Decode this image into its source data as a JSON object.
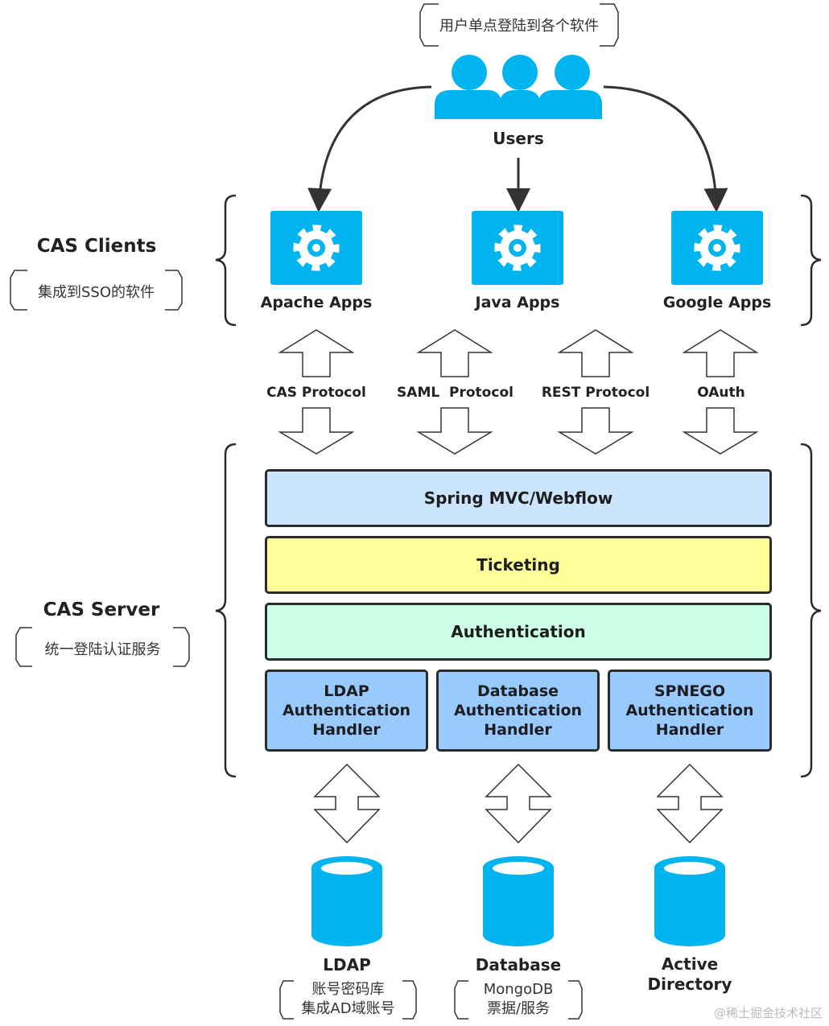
{
  "users": {
    "note": "用户单点登陆到各个软件",
    "label": "Users"
  },
  "clients": {
    "title": "CAS Clients",
    "note": "集成到SSO的软件",
    "apps": [
      {
        "label": "Apache Apps",
        "icon": "gear-icon"
      },
      {
        "label": "Java Apps",
        "icon": "gear-icon"
      },
      {
        "label": "Google Apps",
        "icon": "gear-icon"
      }
    ]
  },
  "protocols": [
    {
      "label": "CAS Protocol"
    },
    {
      "label": "SAML  Protocol"
    },
    {
      "label": "REST Protocol"
    },
    {
      "label": "OAuth"
    }
  ],
  "server": {
    "title": "CAS Server",
    "note": "统一登陆认证服务",
    "layers": [
      {
        "label": "Spring MVC/Webflow",
        "color": "#cce5ff"
      },
      {
        "label": "Ticketing",
        "color": "#ffff99"
      },
      {
        "label": "Authentication",
        "color": "#ccffe6"
      }
    ],
    "handlers": [
      {
        "line1": "LDAP",
        "line2": "Authentication",
        "line3": "Handler"
      },
      {
        "line1": "Database",
        "line2": "Authentication",
        "line3": "Handler"
      },
      {
        "line1": "SPNEGO",
        "line2": "Authentication",
        "line3": "Handler"
      }
    ]
  },
  "stores": [
    {
      "label": "LDAP",
      "note1": "账号密码库",
      "note2": "集成AD域账号"
    },
    {
      "label": "Database",
      "note1": "MongoDB",
      "note2": "票据/服务"
    },
    {
      "label1": "Active",
      "label2": "Directory"
    }
  ],
  "watermark": "@稀土掘金技术社区",
  "colors": {
    "accent": "#00b4f0",
    "stroke": "#2b2b2b",
    "handler": "#99caff"
  }
}
